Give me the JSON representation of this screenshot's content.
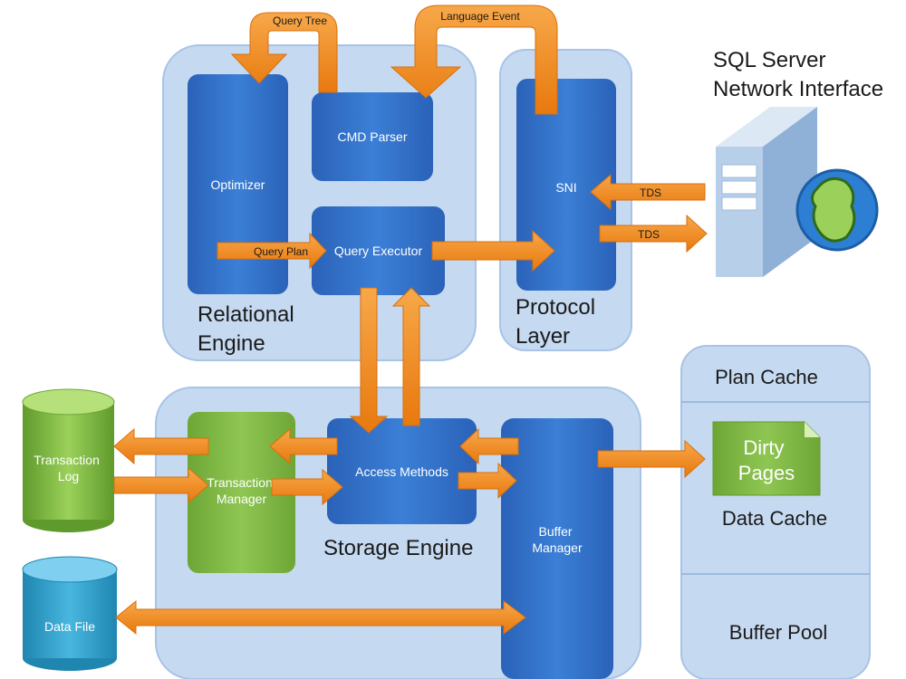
{
  "regions": {
    "relational_engine": [
      "Relational",
      "Engine"
    ],
    "protocol_layer": [
      "Protocol",
      "Layer"
    ],
    "storage_engine": "Storage Engine",
    "sql_server_network_interface": [
      "SQL Server",
      "Network Interface"
    ],
    "plan_cache": "Plan Cache",
    "data_cache": "Data Cache",
    "buffer_pool": "Buffer Pool"
  },
  "components": {
    "optimizer": "Optimizer",
    "cmd_parser": "CMD Parser",
    "query_executor": "Query Executor",
    "sni": "SNI",
    "access_methods": "Access Methods",
    "transaction_manager": [
      "Transaction",
      "Manager"
    ],
    "buffer_manager": [
      "Buffer",
      "Manager"
    ],
    "transaction_log": [
      "Transaction",
      "Log"
    ],
    "data_file": "Data File",
    "dirty_pages": [
      "Dirty",
      "Pages"
    ]
  },
  "arrows": {
    "query_tree": "Query Tree",
    "language_event": "Language Event",
    "query_plan": "Query Plan",
    "tds_in": "TDS",
    "tds_out": "TDS"
  },
  "colors": {
    "region_fill": "#c5d9f1",
    "component_blue": "#2f6fc8",
    "component_green": "#7cb342",
    "arrow_orange": "#f08a1c"
  }
}
